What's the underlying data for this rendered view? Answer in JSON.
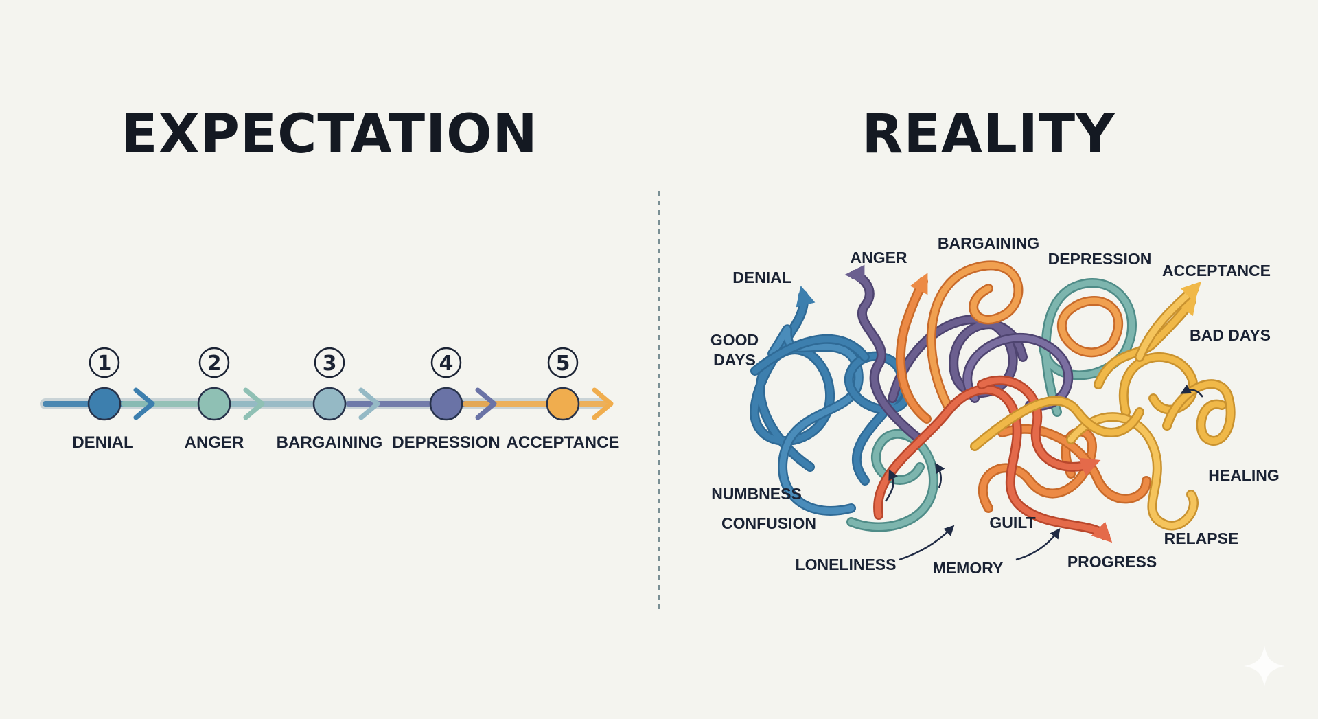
{
  "headings": {
    "expectation": "EXPECTATION",
    "reality": "REALITY"
  },
  "expectation": {
    "stages": [
      {
        "number": "1",
        "label": "DENIAL",
        "color": "#3d7fae"
      },
      {
        "number": "2",
        "label": "ANGER",
        "color": "#8fc0b4"
      },
      {
        "number": "3",
        "label": "BARGAINING",
        "color": "#95b9c5"
      },
      {
        "number": "4",
        "label": "DEPRESSION",
        "color": "#6a73a6"
      },
      {
        "number": "5",
        "label": "ACCEPTANCE",
        "color": "#f0ad4e"
      }
    ]
  },
  "reality": {
    "labels": {
      "denial": "DENIAL",
      "anger": "ANGER",
      "bargaining": "BARGAINING",
      "depression": "DEPRESSION",
      "acceptance": "ACCEPTANCE",
      "good": "GOOD",
      "days": "DAYS",
      "bad_days": "BAD DAYS",
      "healing": "HEALING",
      "relapse": "RELAPSE",
      "numbness": "NUMBNESS",
      "confusion": "CONFUSION",
      "loneliness": "LONELINESS",
      "memory": "MEMORY",
      "guilt": "GUILT",
      "progress": "PROGRESS"
    }
  },
  "colors": {
    "background": "#f4f4ef",
    "blue": "#3d7fae",
    "teal": "#6fa9a3",
    "purple": "#6b5f8f",
    "orange": "#ec8a45",
    "yellow": "#f0b848",
    "coral": "#e46a4a"
  }
}
